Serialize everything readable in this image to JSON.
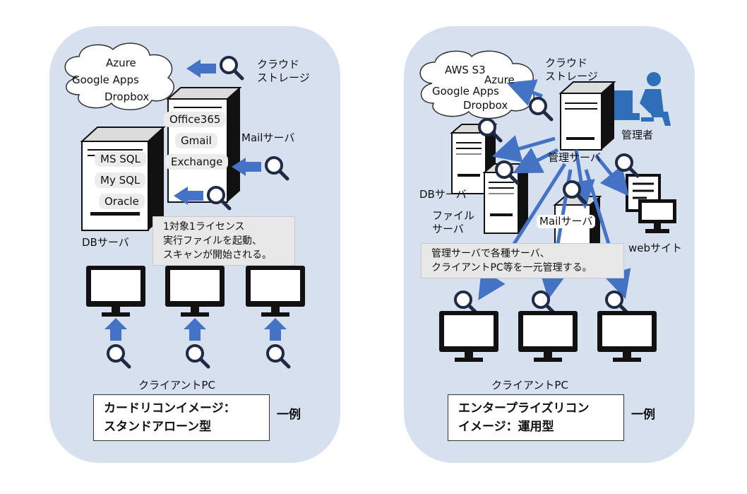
{
  "left": {
    "cloud": [
      "Azure",
      "Google Apps",
      "Dropbox"
    ],
    "cloud_storage_label": "クラウド\nストレージ",
    "mail_server": {
      "tags": [
        "Office365",
        "Gmail",
        "Exchange"
      ],
      "label": "Mailサーバ"
    },
    "db_server": {
      "tags": [
        "MS SQL",
        "My SQL",
        "Oracle"
      ],
      "label": "DBサーバ"
    },
    "note": [
      "1対象1ライセンス",
      "実行ファイルを起動、",
      "スキャンが開始される。"
    ],
    "clients_label": "クライアントPC",
    "caption": [
      "カードリコンイメージ：",
      "スタンドアローン型"
    ],
    "example": "一例"
  },
  "right": {
    "cloud": [
      "AWS S3",
      "Azure",
      "Google Apps",
      "Dropbox"
    ],
    "cloud_storage_label": "クラウド\nストレージ",
    "admin_label": "管理者",
    "mgmt_server_label": "管理サーバ",
    "db_server_label": "DBサーバ",
    "file_server_label": "ファイル\nサーバ",
    "mail_server_label": "Mailサーバ",
    "web_label": "webサイト",
    "note": [
      "管理サーバで各種サーバ、",
      "クライアントPC等を一元管理する。"
    ],
    "clients_label": "クライアントPC",
    "caption": [
      "エンタープライズリコン",
      "イメージ：運用型"
    ],
    "example": "一例"
  },
  "colors": {
    "panel": "#d6e0ef",
    "arrow": "#4472c4",
    "dark": "#1a1a1a"
  }
}
